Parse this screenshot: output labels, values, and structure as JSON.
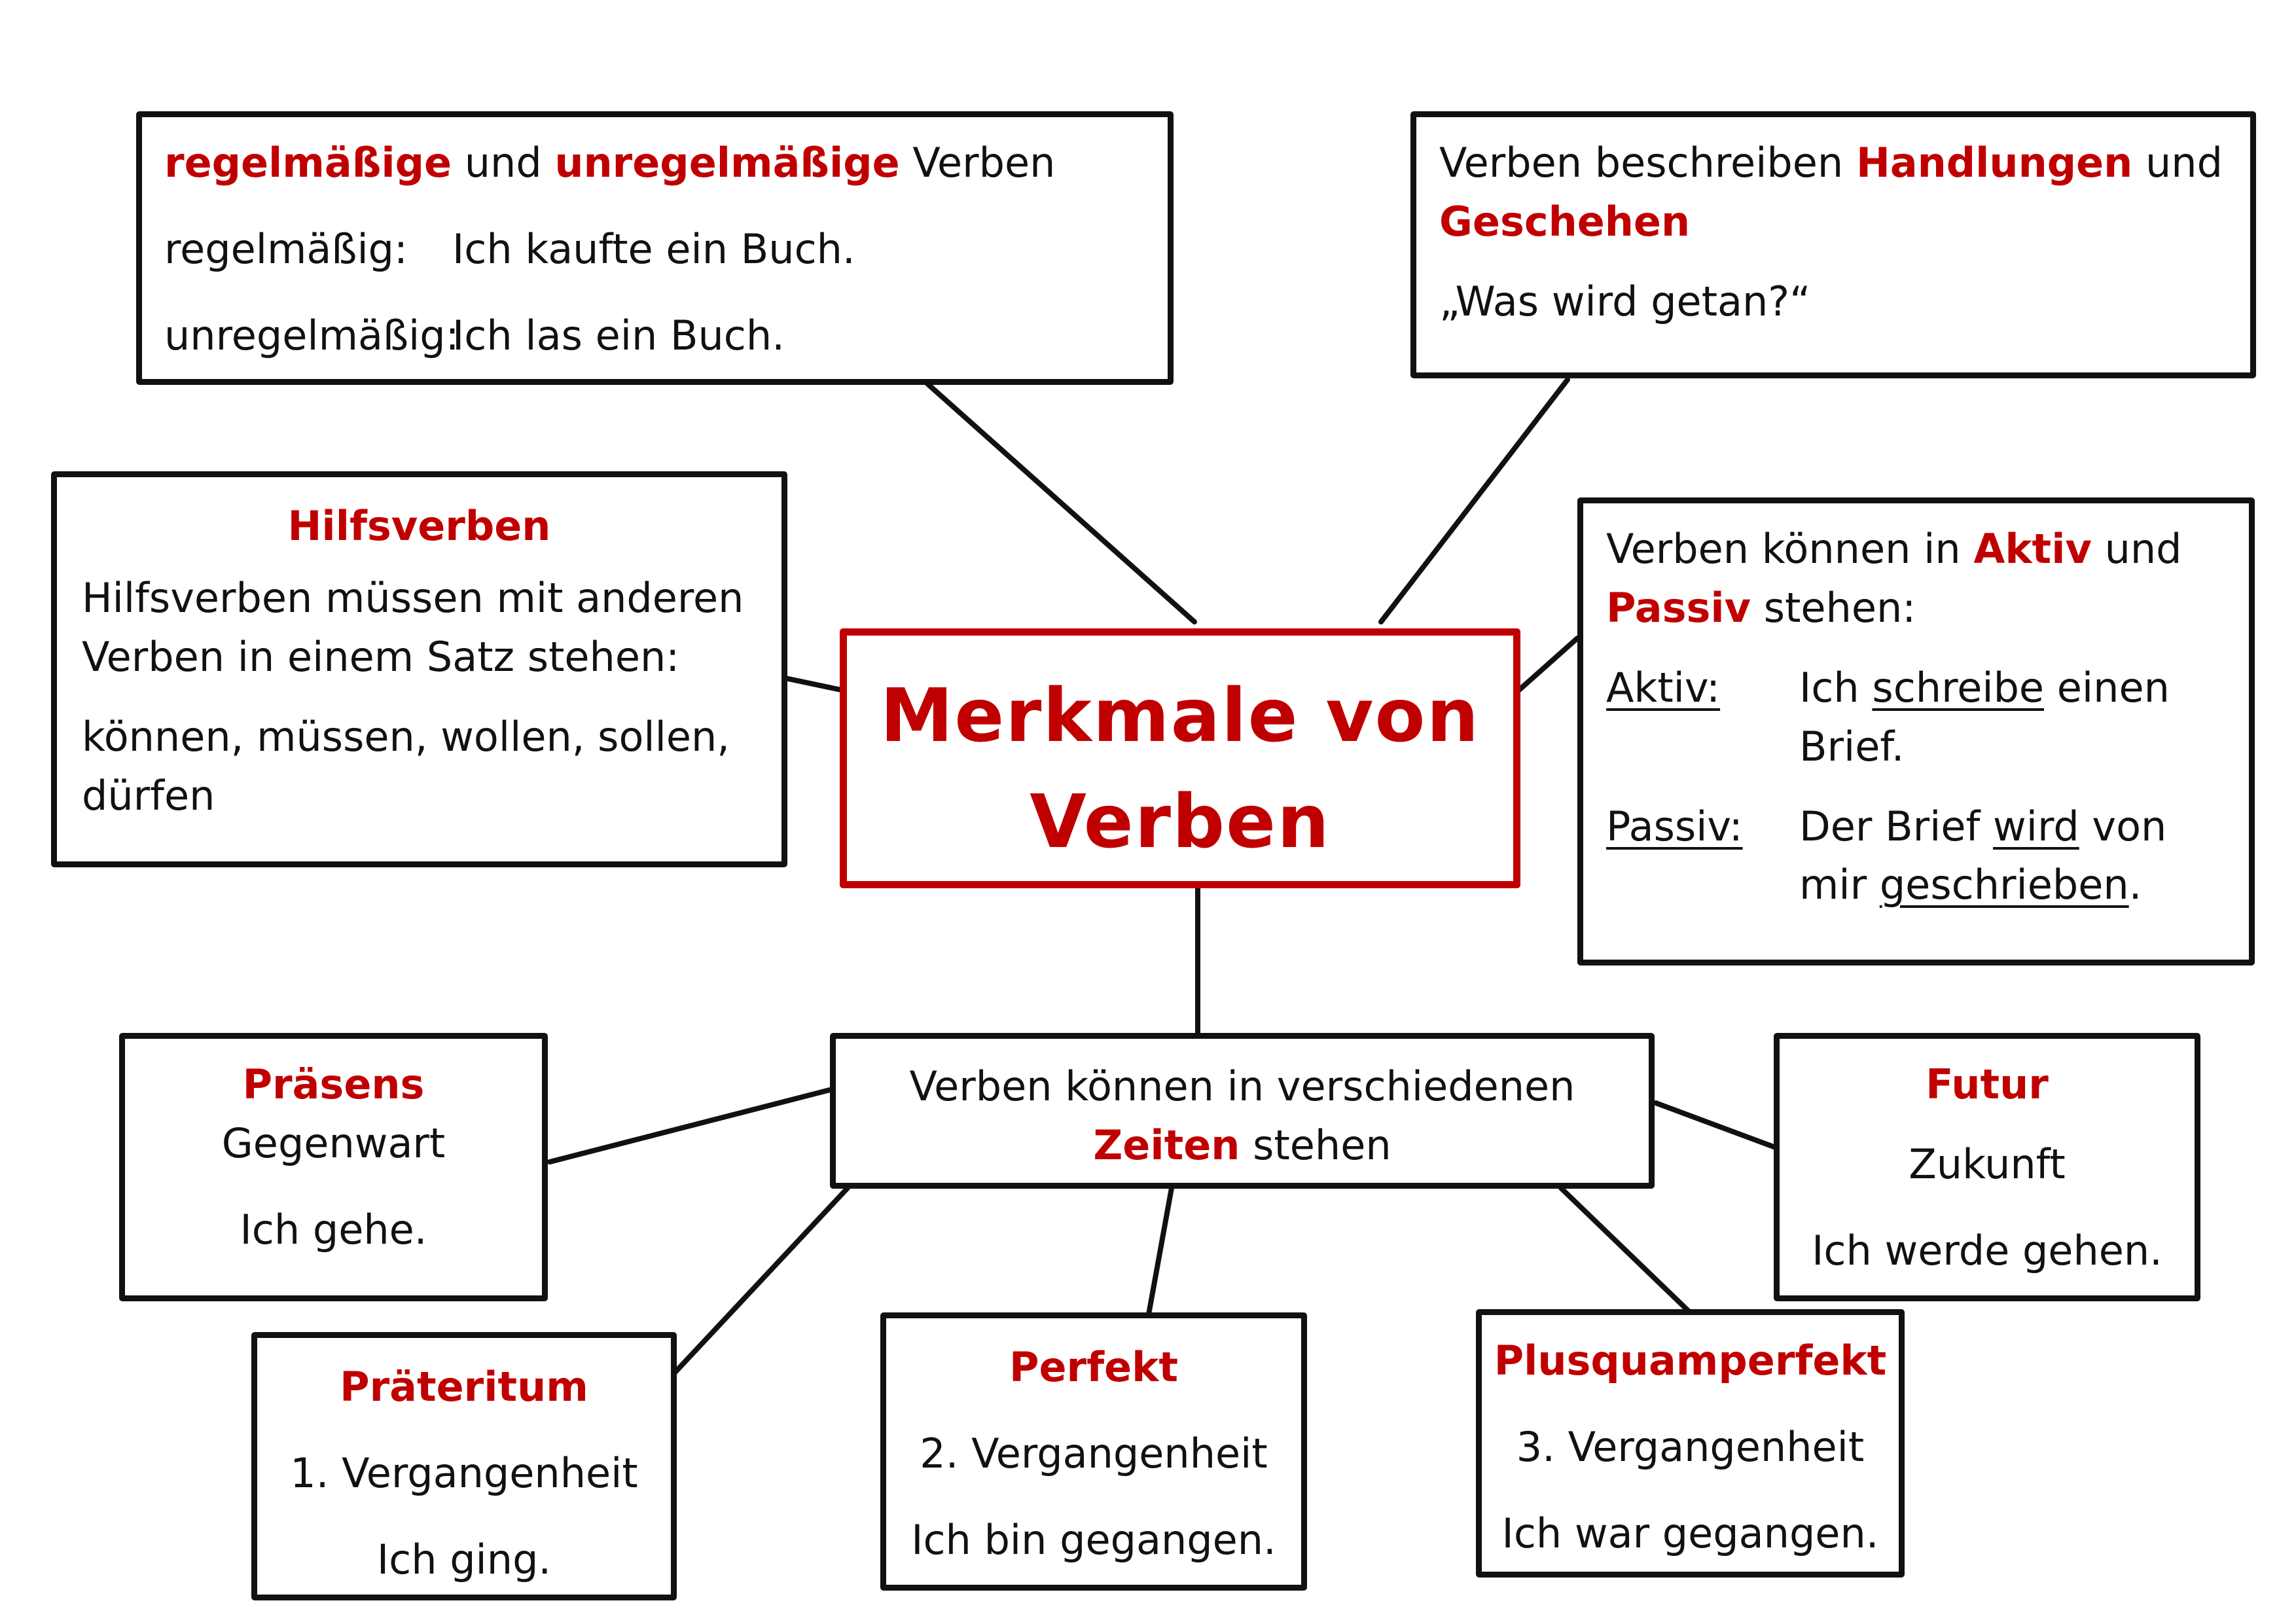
{
  "center": {
    "line1": "Merkmale von",
    "line2": "Verben"
  },
  "regular": {
    "h_word1": "regelmäßige",
    "h_und": " und ",
    "h_word2": "unregelmäßige",
    "h_tail": " Verben",
    "row1_label": "regelmäßig:",
    "row1_text": "Ich kaufte ein Buch.",
    "row2_label": "unregelmäßig:",
    "row2_text": "Ich las ein Buch."
  },
  "actions": {
    "p1": "Verben beschreiben ",
    "w1": "Handlungen",
    "p2": " und",
    "w2": "Geschehen",
    "question": "„Was wird getan?“"
  },
  "auxiliary": {
    "title": "Hilfsverben",
    "line1": "Hilfsverben müssen mit anderen",
    "line2": "Verben in einem Satz stehen:",
    "line3": "können, müssen, wollen, sollen,",
    "line4": "dürfen"
  },
  "voice": {
    "p1": "Verben können in ",
    "w1": "Aktiv",
    "p2": " und",
    "w2": "Passiv",
    "p3": " stehen:",
    "active_label": "Aktiv:",
    "active_a": "Ich ",
    "active_verb": "schreibe",
    "active_b": " einen",
    "active_c": "Brief.",
    "passive_label": "Passiv:",
    "passive_a": "Der Brief ",
    "passive_verb1": "wird",
    "passive_b": " von",
    "passive_c": "mir ",
    "passive_verb2": "geschrieben",
    "passive_d": "."
  },
  "tenses": {
    "line1": "Verben können in verschiedenen",
    "word": "Zeiten",
    "tail": " stehen"
  },
  "praesens": {
    "title": "Präsens",
    "line1": "Gegenwart",
    "line2": "Ich gehe."
  },
  "futur": {
    "title": "Futur",
    "line1": "Zukunft",
    "line2": "Ich werde gehen."
  },
  "praeteritum": {
    "title": "Präteritum",
    "line1": "1. Vergangenheit",
    "line2": "Ich ging."
  },
  "perfekt": {
    "title": "Perfekt",
    "line1": "2. Vergangenheit",
    "line2": "Ich bin gegangen."
  },
  "plusquam": {
    "title": "Plusquamperfekt",
    "line1": "3. Vergangenheit",
    "line2": "Ich war gegangen."
  },
  "colors": {
    "accent": "#c00000",
    "ink": "#111111"
  }
}
